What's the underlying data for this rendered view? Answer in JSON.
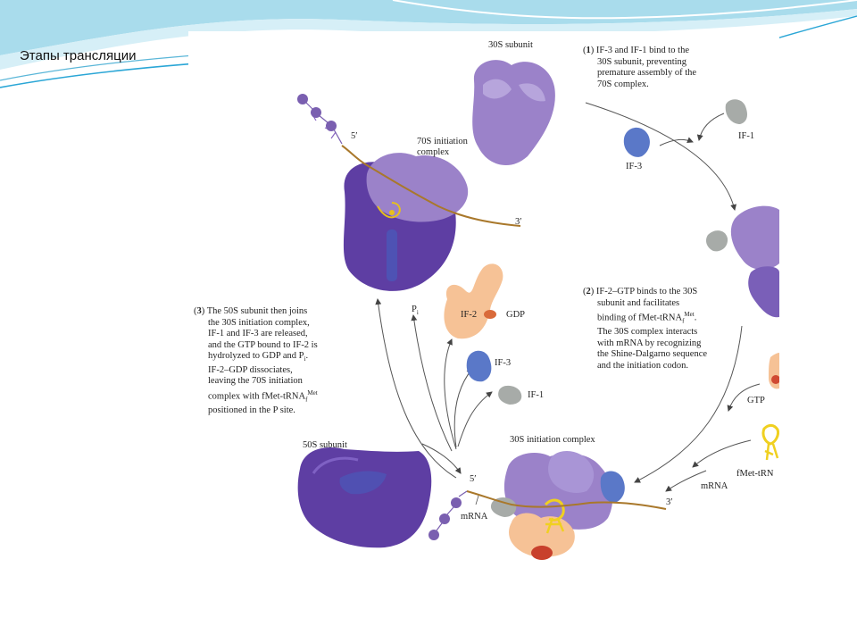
{
  "slide": {
    "title": "Этапы трансляции"
  },
  "diagram": {
    "labels": {
      "subunit_30s": "30S subunit",
      "complex_70s_line1": "70S initiation",
      "complex_70s_line2": "complex",
      "if1": "IF-1",
      "if3": "IF-3",
      "if2": "IF-2",
      "gdp": "GDP",
      "pi": "P",
      "pi_sub": "i",
      "if3_released": "IF-3",
      "if1_released": "IF-1",
      "subunit_50s": "50S subunit",
      "complex_30s": "30S initiation complex",
      "mrna_left": "mRNA",
      "mrna_right": "mRNA",
      "five_prime_top": "5′",
      "three_prime_top": "3′",
      "five_prime_bottom": "5′",
      "three_prime_bottom": "3′",
      "gtp": "GTP",
      "fmet_trna": "fMet-tRN",
      "phosphate": "P"
    },
    "steps": {
      "step1": {
        "num": "1",
        "lines": [
          "IF-3 and IF-1 bind to the",
          "30S subunit, preventing",
          "premature assembly of the",
          "70S complex."
        ]
      },
      "step2": {
        "num": "2",
        "lines": [
          "IF-2–GTP binds to the 30S",
          "subunit and facilitates",
          "binding of fMet-tRNA",
          "The 30S complex interacts",
          "with mRNA by recognizing",
          "the Shine-Dalgarno sequence",
          "and the initiation codon."
        ],
        "sup": "Met",
        "sub": "f"
      },
      "step3": {
        "num": "3",
        "lines": [
          "The 50S subunit then joins",
          "the 30S initiation complex,",
          "IF-1 and IF-3 are released,",
          "and the GTP bound to IF-2 is",
          "hydrolyzed to GDP and P",
          "IF-2–GDP dissociates,",
          "leaving the 70S initiation",
          "complex with fMet-tRNA",
          "positioned in the P site."
        ],
        "sup": "Met",
        "sub": "f"
      }
    },
    "colors": {
      "subunit_small": "#9b82c9",
      "subunit_large": "#5e3ea3",
      "if3": "#5a78c8",
      "if1": "#a7aba8",
      "if2": "#f6c296",
      "gdp": "#d96a3a",
      "mrna": "#a9782b",
      "trna": "#f0d020",
      "phosphate": "#7a5fb0",
      "accent_blue": "#2aa6d6"
    }
  }
}
